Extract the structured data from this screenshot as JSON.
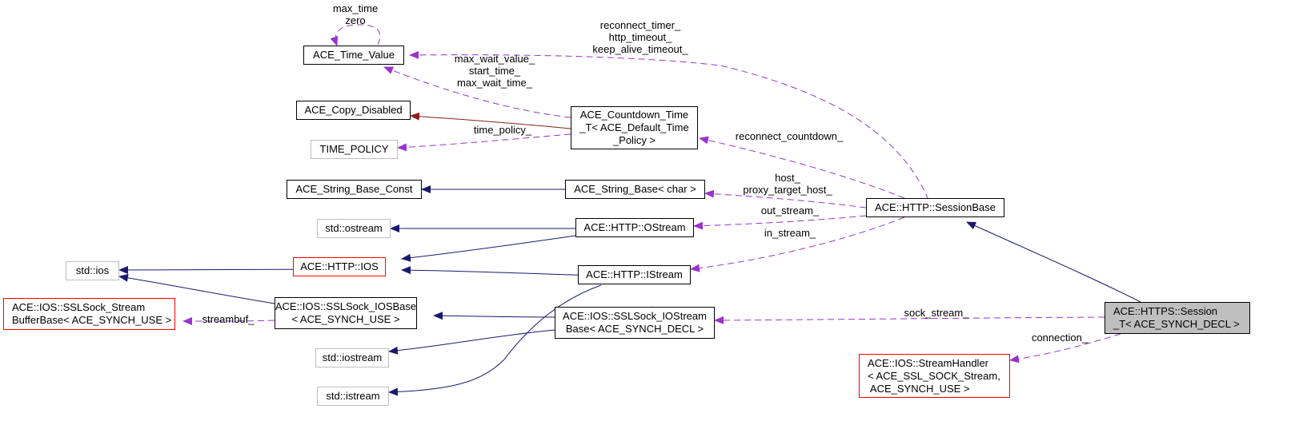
{
  "diagram": {
    "colors": {
      "inheritance": "#191970",
      "private_inheritance": "#8b1a1a",
      "usage": "#9a32cd",
      "focus_fill": "#bfbfbf"
    },
    "nodes": {
      "time_value": "ACE_Time_Value",
      "copy_disabled": "ACE_Copy_Disabled",
      "time_policy": "TIME_POLICY",
      "countdown_time": "ACE_Countdown_Time\n_T< ACE_Default_Time\n_Policy >",
      "string_base_const": "ACE_String_Base_Const",
      "string_base": "ACE_String_Base< char >",
      "session_base": "ACE::HTTP::SessionBase",
      "ostream": "std::ostream",
      "http_ostream": "ACE::HTTP::OStream",
      "ios": "std::ios",
      "http_ios": "ACE::HTTP::IOS",
      "http_istream": "ACE::HTTP::IStream",
      "streambuffer_base": "ACE::IOS::SSLSock_Stream\nBufferBase< ACE_SYNCH_USE >",
      "iosbase": "ACE::IOS::SSLSock_IOSBase\n< ACE_SYNCH_USE >",
      "iostream_base": "ACE::IOS::SSLSock_IOStream\nBase< ACE_SYNCH_DECL >",
      "https_session": "ACE::HTTPS::Session\n_T< ACE_SYNCH_DECL >",
      "iostream": "std::iostream",
      "stream_handler": "ACE::IOS::StreamHandler\n< ACE_SSL_SOCK_Stream,\n ACE_SYNCH_USE >",
      "istream": "std::istream"
    },
    "edge_labels": {
      "self_time_value": "max_time\nzero",
      "session_to_time_value": "reconnect_timer_\nhttp_timeout_\nkeep_alive_timeout_",
      "countdown_to_time_value": "max_wait_value_\nstart_time_\nmax_wait_time_",
      "time_policy": "time_policy_",
      "reconnect_countdown": "reconnect_countdown_",
      "host": "host_\nproxy_target_host_",
      "out_stream": "out_stream_",
      "in_stream": "in_stream_",
      "streambuf": "streambuf_",
      "sock_stream": "sock_stream_",
      "connection": "connection_"
    }
  }
}
